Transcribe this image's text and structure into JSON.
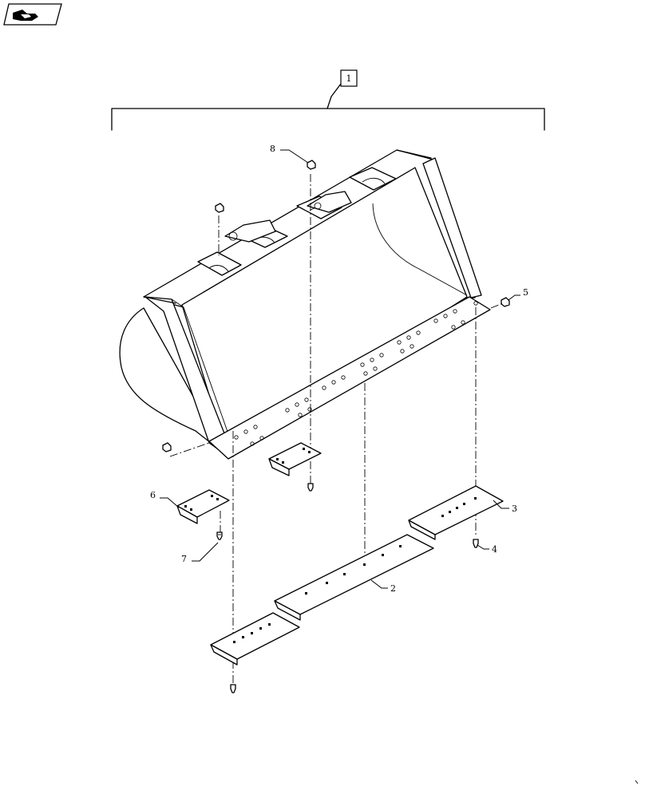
{
  "nav": {
    "icon": "parts-catalog-nav-icon"
  },
  "callouts": {
    "c1": "1",
    "c2": "2",
    "c3": "3",
    "c4": "4",
    "c5": "5",
    "c6": "6",
    "c7": "7",
    "c8": "8"
  }
}
